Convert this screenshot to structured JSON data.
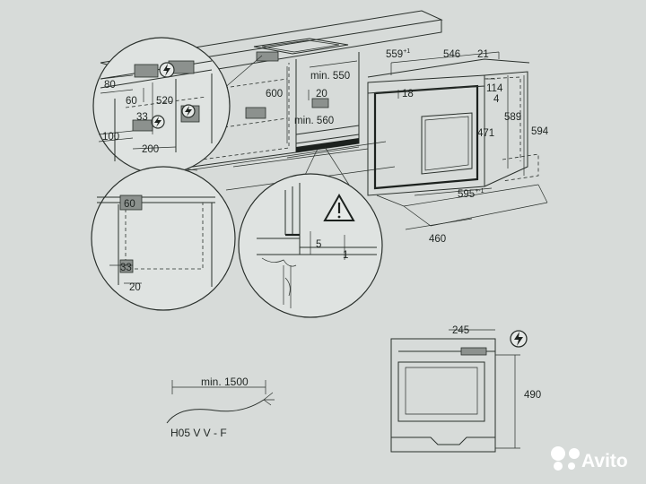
{
  "top_left_detail": {
    "d80": "80",
    "d60": "60",
    "d520": "520",
    "d33": "33",
    "d100": "100",
    "d200": "200"
  },
  "cabinet": {
    "d600": "600",
    "min550": "min. 550",
    "d20": "20",
    "min560": "min. 560"
  },
  "oven": {
    "d559": "559",
    "d559_tol": "+1",
    "d546": "546",
    "d21": "21",
    "d18": "18",
    "d114": "114",
    "d4": "4",
    "d589": "589",
    "d594": "594",
    "d471": "471",
    "d595": "595",
    "d595_tol": "+-1",
    "d460": "460"
  },
  "mid_left_detail": {
    "d60": "60",
    "d33": "33",
    "d20": "20"
  },
  "mid_right_detail": {
    "d5": "5",
    "d1": "1"
  },
  "cable": {
    "min1500": "min. 1500",
    "type": "H05 V V - F"
  },
  "front_view": {
    "d245": "245",
    "d490": "490"
  },
  "watermark": {
    "text": "Avito",
    "icon": "avito-logo-icon"
  },
  "icons": {
    "electric": "electric-hazard-icon",
    "warning": "warning-triangle-icon"
  }
}
